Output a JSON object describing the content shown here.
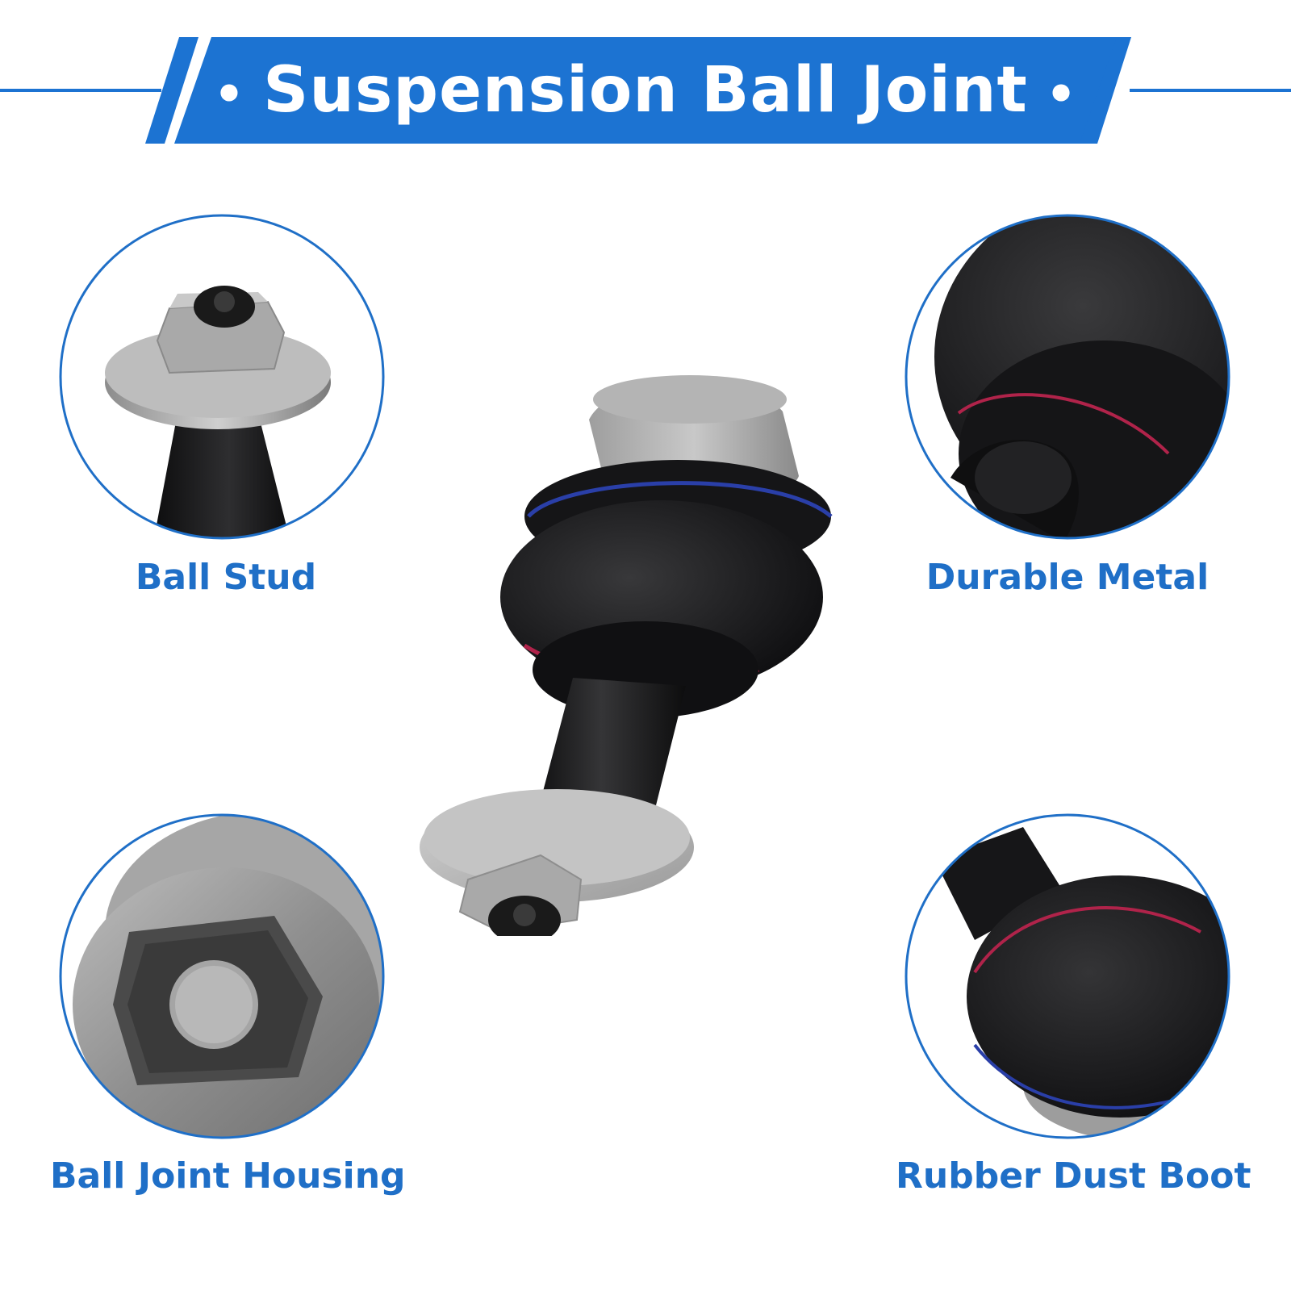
{
  "banner": {
    "title": "Suspension Ball Joint",
    "dot": "•",
    "color": "#1c73d2"
  },
  "callouts": [
    {
      "id": "ball-stud",
      "label": "Ball Stud"
    },
    {
      "id": "durable-metal",
      "label": "Durable Metal"
    },
    {
      "id": "ball-joint-housing",
      "label": "Ball Joint Housing"
    },
    {
      "id": "rubber-dust-boot",
      "label": "Rubber Dust Boot"
    }
  ],
  "colors": {
    "accent": "#1f6fc7",
    "rubber": "#1b1b1d",
    "metal": "#a8a8a8",
    "seal_blue": "#2a3fa8",
    "seal_red": "#b0234a"
  }
}
